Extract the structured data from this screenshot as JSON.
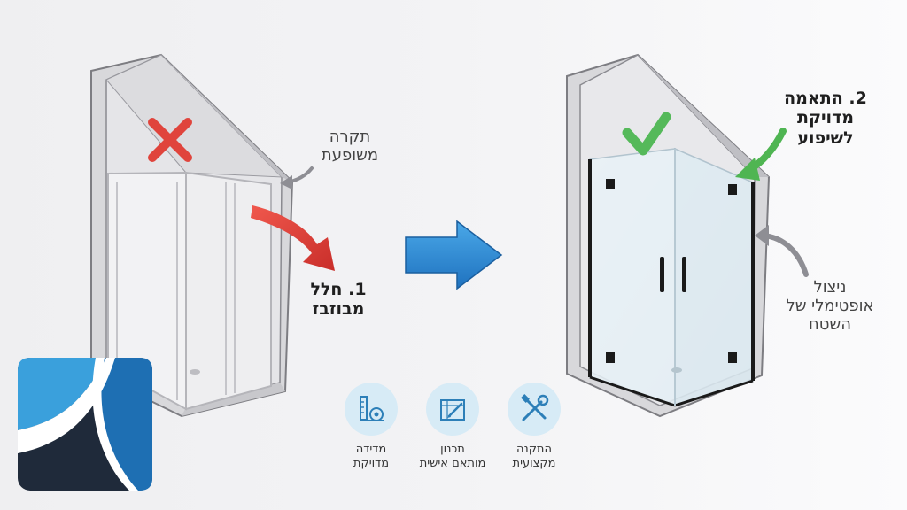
{
  "labels": {
    "sloped_ceiling": [
      "תקרה",
      "משופעת"
    ],
    "wasted_space": [
      "1. חלל",
      "מבוזבז"
    ],
    "exact_fit": [
      "2. התאמה",
      "מדויקת",
      "לשיפוע"
    ],
    "optimal_use": [
      "ניצול",
      "אופטימלי של",
      "השטח"
    ]
  },
  "features": [
    {
      "icon": "tools-icon",
      "lines": [
        "התקנה",
        "מקצועית"
      ]
    },
    {
      "icon": "blueprint-icon",
      "lines": [
        "תכנון",
        "מותאם אישית"
      ]
    },
    {
      "icon": "measure-icon",
      "lines": [
        "מדידה",
        "מדויקת"
      ]
    }
  ],
  "colors": {
    "bad": "#e0443c",
    "good": "#55b95a",
    "arrow_blue": "#2f8fd6",
    "icon_circle": "#d7ebf6",
    "logo_dark": "#1f2a3a",
    "logo_blue": "#1e6fb3",
    "logo_light": "#3aa0dc"
  }
}
